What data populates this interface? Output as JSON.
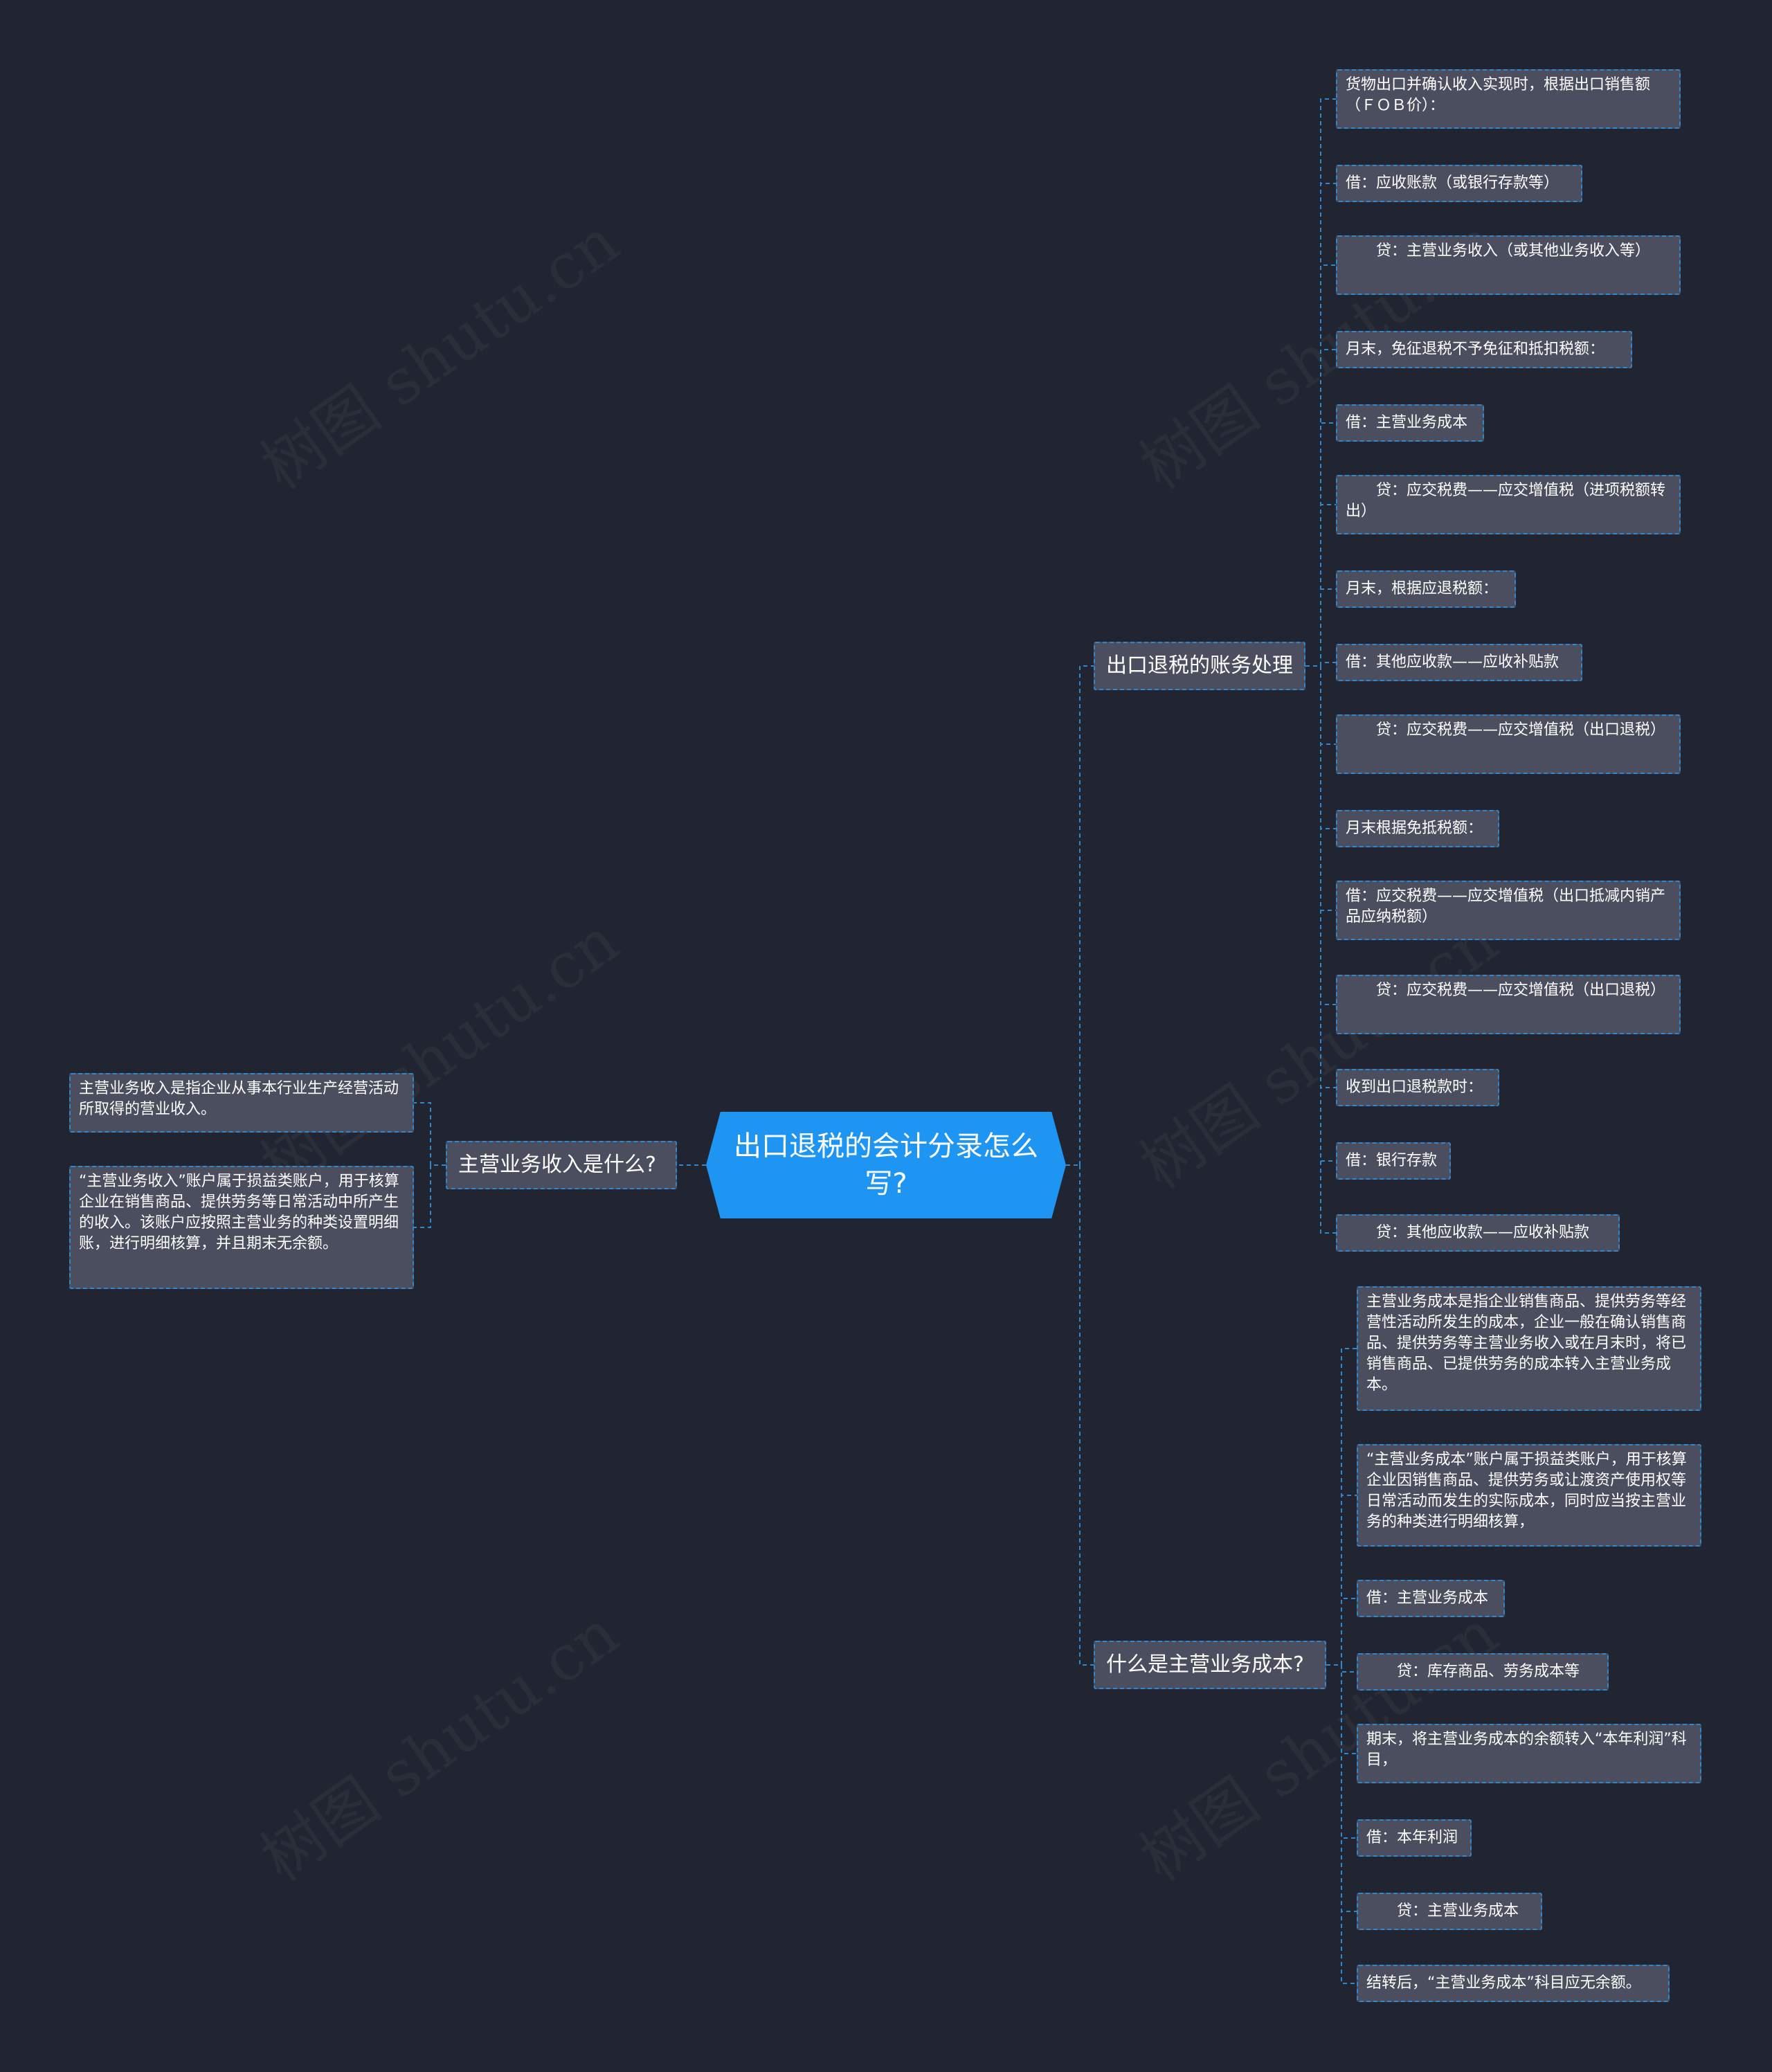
{
  "colors": {
    "background": "#212531",
    "root_fill": "#1e95f2",
    "node_fill": "#4a4e5e",
    "node_border": "#2f87ce",
    "connector": "#2f87ce"
  },
  "watermark": "树图 shutu.cn",
  "root": {
    "label": "出口退税的会计分录怎么写?"
  },
  "branches": {
    "accounting": {
      "label": "出口退税的账务处理",
      "items": [
        "货物出口并确认收入实现时，根据出口销售额（ＦＯＢ价）：",
        "借：应收账款（或银行存款等）",
        "　　贷：主营业务收入（或其他业务收入等）",
        "月末，免征退税不予免征和抵扣税额：",
        "借：主营业务成本",
        "　　贷：应交税费——应交增值税（进项税额转出）",
        "月末，根据应退税额：",
        "借：其他应收款——应收补贴款",
        "　　贷：应交税费——应交增值税（出口退税）",
        "月末根据免抵税额：",
        "借：应交税费——应交增值税（出口抵减内销产品应纳税额）",
        "　　贷：应交税费——应交增值税（出口退税）",
        "收到出口退税款时：",
        "借：银行存款",
        "　　贷：其他应收款——应收补贴款"
      ]
    },
    "cost": {
      "label": "什么是主营业务成本?",
      "items": [
        "主营业务成本是指企业销售商品、提供劳务等经营性活动所发生的成本，企业一般在确认销售商品、提供劳务等主营业务收入或在月末时，将已销售商品、已提供劳务的成本转入主营业务成本。",
        "“主营业务成本”账户属于损益类账户，用于核算企业因销售商品、提供劳务或让渡资产使用权等日常活动而发生的实际成本，同时应当按主营业务的种类进行明细核算，",
        "借：主营业务成本",
        "　　贷：库存商品、劳务成本等",
        "期末，将主营业务成本的余额转入“本年利润”科目，",
        "借：本年利润",
        "　　贷：主营业务成本",
        "结转后，“主营业务成本”科目应无余额。"
      ]
    },
    "revenue": {
      "label": "主营业务收入是什么?",
      "items": [
        "主营业务收入是指企业从事本行业生产经营活动所取得的营业收入。",
        "“主营业务收入”账户属于损益类账户，用于核算企业在销售商品、提供劳务等日常活动中所产生的收入。该账户应按照主营业务的种类设置明细账，进行明细核算，并且期末无余额。"
      ]
    }
  }
}
